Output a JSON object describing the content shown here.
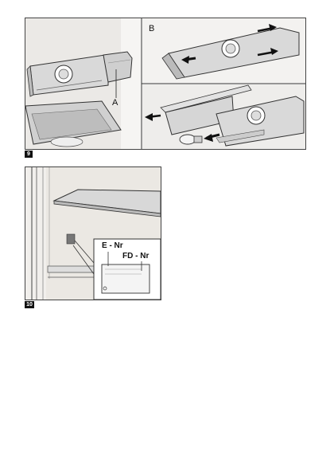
{
  "figure9": {
    "number": "9",
    "label_a": "A",
    "label_b": "B"
  },
  "figure10": {
    "number": "10",
    "label_e_nr": "E - Nr",
    "label_fd_nr": "FD - Nr"
  }
}
